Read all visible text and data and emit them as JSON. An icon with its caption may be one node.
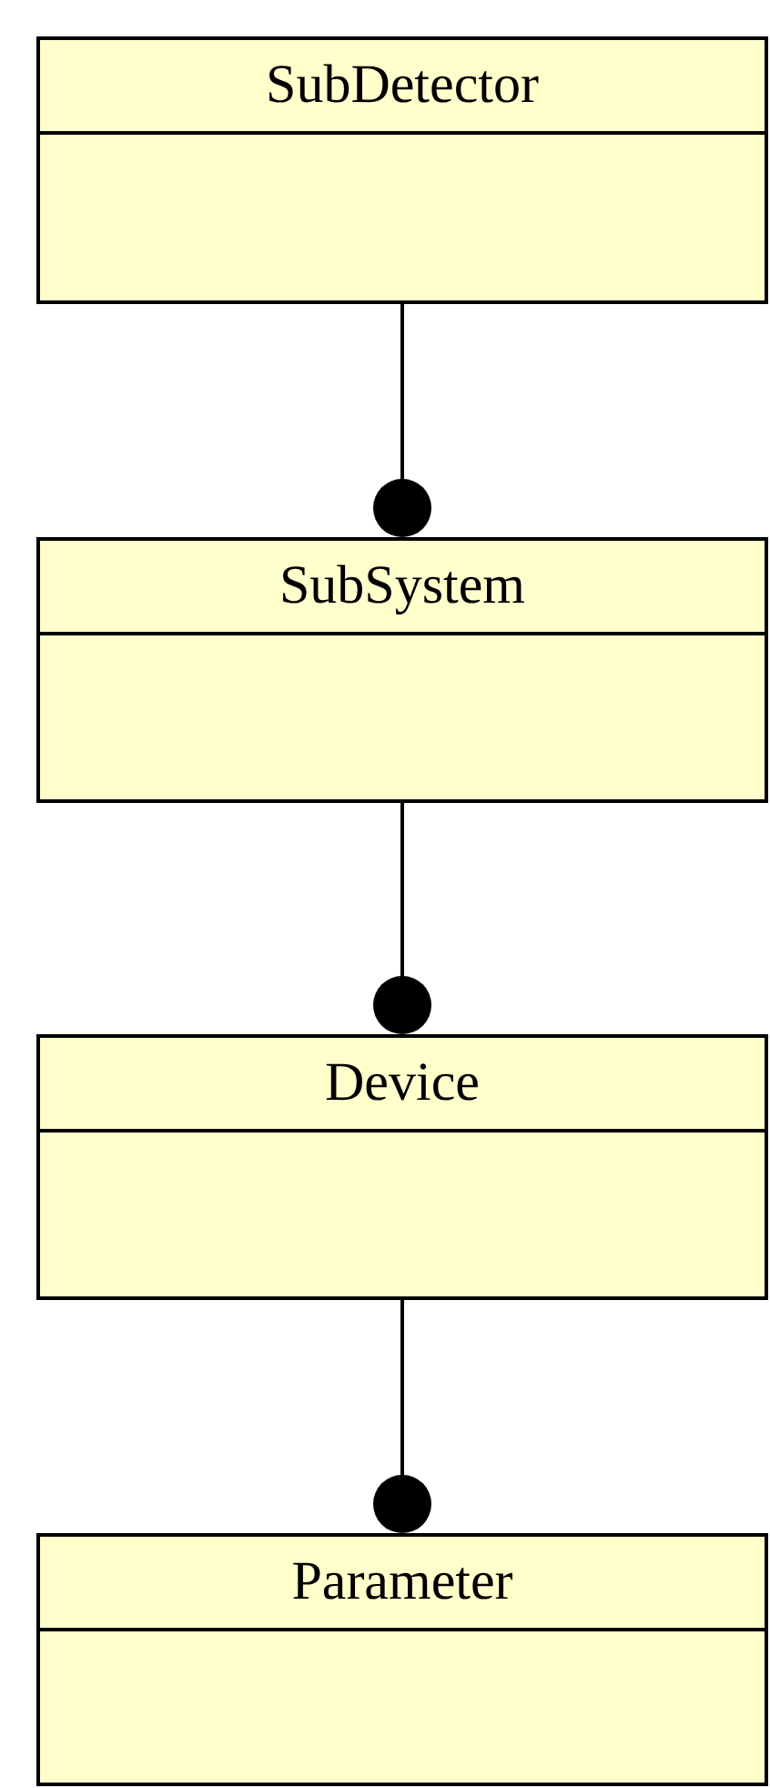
{
  "diagram": {
    "nodes": [
      {
        "text": [
          "SubDetector"
        ]
      },
      {
        "text": [
          "SubSystem"
        ]
      },
      {
        "text": [
          "Device"
        ]
      },
      {
        "text": [
          "Parameter"
        ]
      }
    ],
    "edges": [
      {
        "from": 0,
        "to": 1,
        "arrow": "other"
      },
      {
        "from": 1,
        "to": 2,
        "arrow": "other"
      },
      {
        "from": 2,
        "to": 3,
        "arrow": "other"
      }
    ]
  }
}
